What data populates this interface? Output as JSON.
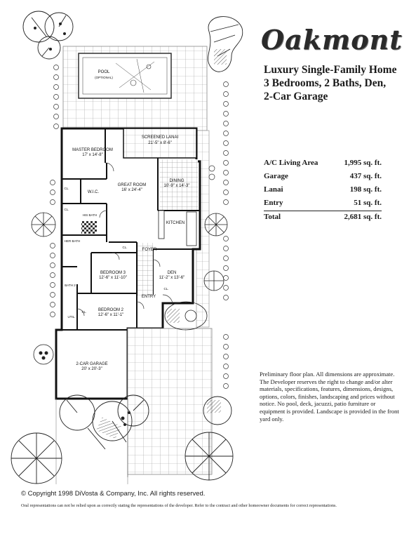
{
  "header": {
    "title": "Oakmont",
    "subtitle_lines": [
      "Luxury Single-Family Home",
      "3 Bedrooms, 2 Baths, Den,",
      "2-Car Garage"
    ]
  },
  "areas": {
    "rows": [
      {
        "label": "A/C Living Area",
        "value": "1,995 sq. ft."
      },
      {
        "label": "Garage",
        "value": "437 sq. ft."
      },
      {
        "label": "Lanai",
        "value": "198 sq. ft."
      },
      {
        "label": "Entry",
        "value": "51 sq. ft."
      }
    ],
    "total": {
      "label": "Total",
      "value": "2,681 sq. ft."
    }
  },
  "notes": "Preliminary floor plan. All dimensions are approximate. The Developer reserves the right to change and/or alter materials, specifications, features, dimensions, designs, options, colors, finishes, landscaping and prices without notice. No pool, deck, jacuzzi, patio furniture or equipment is provided. Landscape is provided in the front yard only.",
  "footer": {
    "copyright": "© Copyright 1998 DiVosta & Company, Inc. All rights reserved.",
    "disclaimer": "Oral representations can not be relied upon as correctly stating the representations of the developer. Refer to the contract and other homeowner documents for correct representations."
  },
  "floor_plan": {
    "pool": {
      "name": "POOL",
      "note": "(OPTIONAL)"
    },
    "rooms": {
      "screened_lanai": {
        "name": "SCREENED LANAI",
        "dims": "21'-5\" x 8'-6\""
      },
      "master_bedroom": {
        "name": "MASTER BEDROOM",
        "dims": "17' x 14'-8\""
      },
      "great_room": {
        "name": "GREAT ROOM",
        "dims": "16' x 24'-4\""
      },
      "dining": {
        "name": "DINING",
        "dims": "10'-9\" x 14'-3\""
      },
      "wic": "W.I.C.",
      "his_bath": "HIS BATH",
      "her_bath": "HER BATH",
      "kitchen": "KITCHEN",
      "foyer": "FOYER",
      "bedroom3": {
        "name": "BEDROOM 3",
        "dims": "12'-6\" x 11'-10\""
      },
      "den": {
        "name": "DEN",
        "dims": "11'-2\" x 13'-6\""
      },
      "entry": "ENTRY",
      "bath2": "BATH 2",
      "bedroom2": {
        "name": "BEDROOM 2",
        "dims": "12'-6\" x 11'-1\""
      },
      "util": "UTIL.",
      "garage": {
        "name": "2-CAR GARAGE",
        "dims": "20' x 20'-3\""
      },
      "closets": [
        "CL.",
        "CL.",
        "CL.",
        "CL.",
        "CL."
      ]
    }
  }
}
